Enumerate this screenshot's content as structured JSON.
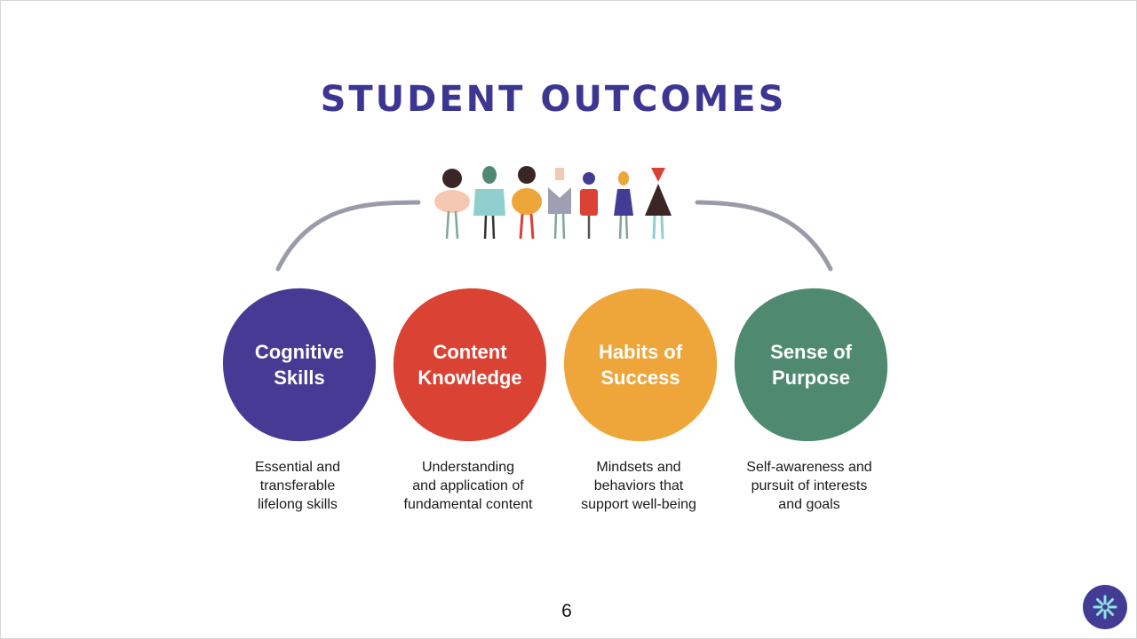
{
  "slide": {
    "title": "STUDENT OUTCOMES",
    "page_number": "6"
  },
  "colors": {
    "title": "#3d3592",
    "arc": "#9a9ba8",
    "cognitive": "#473a94",
    "content": "#da4234",
    "habits": "#eea53a",
    "purpose": "#4f8a70",
    "logo": "#433c95"
  },
  "outcomes": [
    {
      "label": "Cognitive\nSkills",
      "description": "Essential and\ntransferable\nlifelong skills",
      "color": "#473a94"
    },
    {
      "label": "Content\nKnowledge",
      "description": "Understanding\nand application of\nfundamental content",
      "color": "#da4234"
    },
    {
      "label": "Habits of\nSuccess",
      "description": "Mindsets and\nbehaviors that\nsupport well-being",
      "color": "#eea53a"
    },
    {
      "label": "Sense of\nPurpose",
      "description": "Self-awareness and\npursuit of interests\nand goals",
      "color": "#4f8a70"
    }
  ],
  "icons": {
    "people": "people-group-illustration",
    "logo": "asterisk-logo-icon"
  }
}
